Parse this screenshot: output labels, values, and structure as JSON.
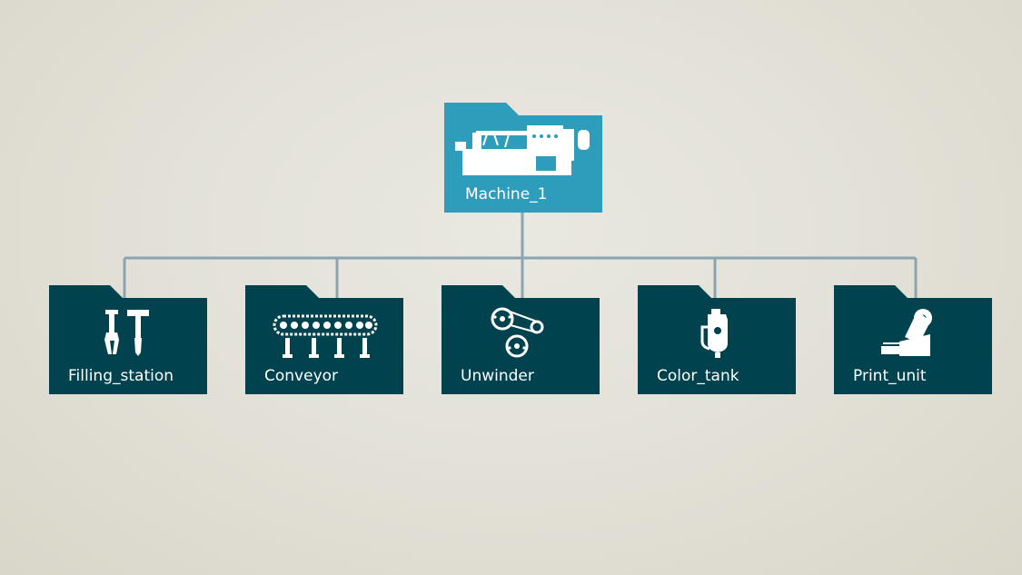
{
  "root": {
    "label": "Machine_1",
    "icon": "machine-icon",
    "color": "#2e9cbb"
  },
  "children": [
    {
      "label": "Filling_station",
      "icon": "gripper-tools-icon"
    },
    {
      "label": "Conveyor",
      "icon": "conveyor-icon"
    },
    {
      "label": "Unwinder",
      "icon": "unwinder-rollers-icon"
    },
    {
      "label": "Color_tank",
      "icon": "color-tank-icon"
    },
    {
      "label": "Print_unit",
      "icon": "print-unit-icon"
    }
  ],
  "colors": {
    "child_folder": "#00434f",
    "connector": "#8aa4b0",
    "icon": "#ffffff"
  }
}
